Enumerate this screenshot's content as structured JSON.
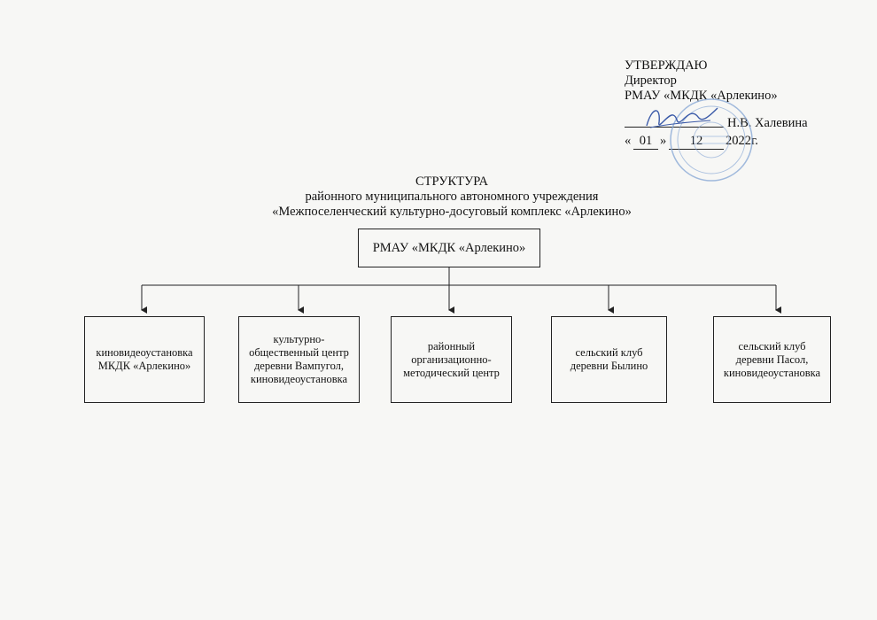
{
  "approval": {
    "heading": "УТВЕРЖДАЮ",
    "position": "Директор",
    "organization": "РМАУ «МКДК «Арлекино»",
    "name": "Н.В. Халевина",
    "date_open_quote": "«",
    "date_day": "01",
    "date_close_quote": "»",
    "date_month": "12",
    "date_year": "2022г."
  },
  "title": {
    "line1": "СТРУКТУРА",
    "line2": "районного муниципального автономного учреждения",
    "line3": "«Межпоселенческий культурно-досуговый комплекс «Арлекино»"
  },
  "head_unit": "РМАУ «МКДК «Арлекино»",
  "units": [
    {
      "label": "киновидеоустановка\nМКДК «Арлекино»"
    },
    {
      "label": "культурно-\nобщественный центр\nдеревни Вампугол,\nкиновидеоустановка"
    },
    {
      "label": "районный\nорганизационно-\nметодический центр"
    },
    {
      "label": "сельский клуб\nдеревни Былино"
    },
    {
      "label": "сельский клуб\nдеревни Пасол,\nкиновидеоустановка"
    }
  ],
  "colors": {
    "ink": "#222222",
    "stamp": "#8aa9d6",
    "signature": "#3b5aa8"
  },
  "icons": {
    "stamp": "round-seal",
    "signature": "handwritten-signature"
  }
}
